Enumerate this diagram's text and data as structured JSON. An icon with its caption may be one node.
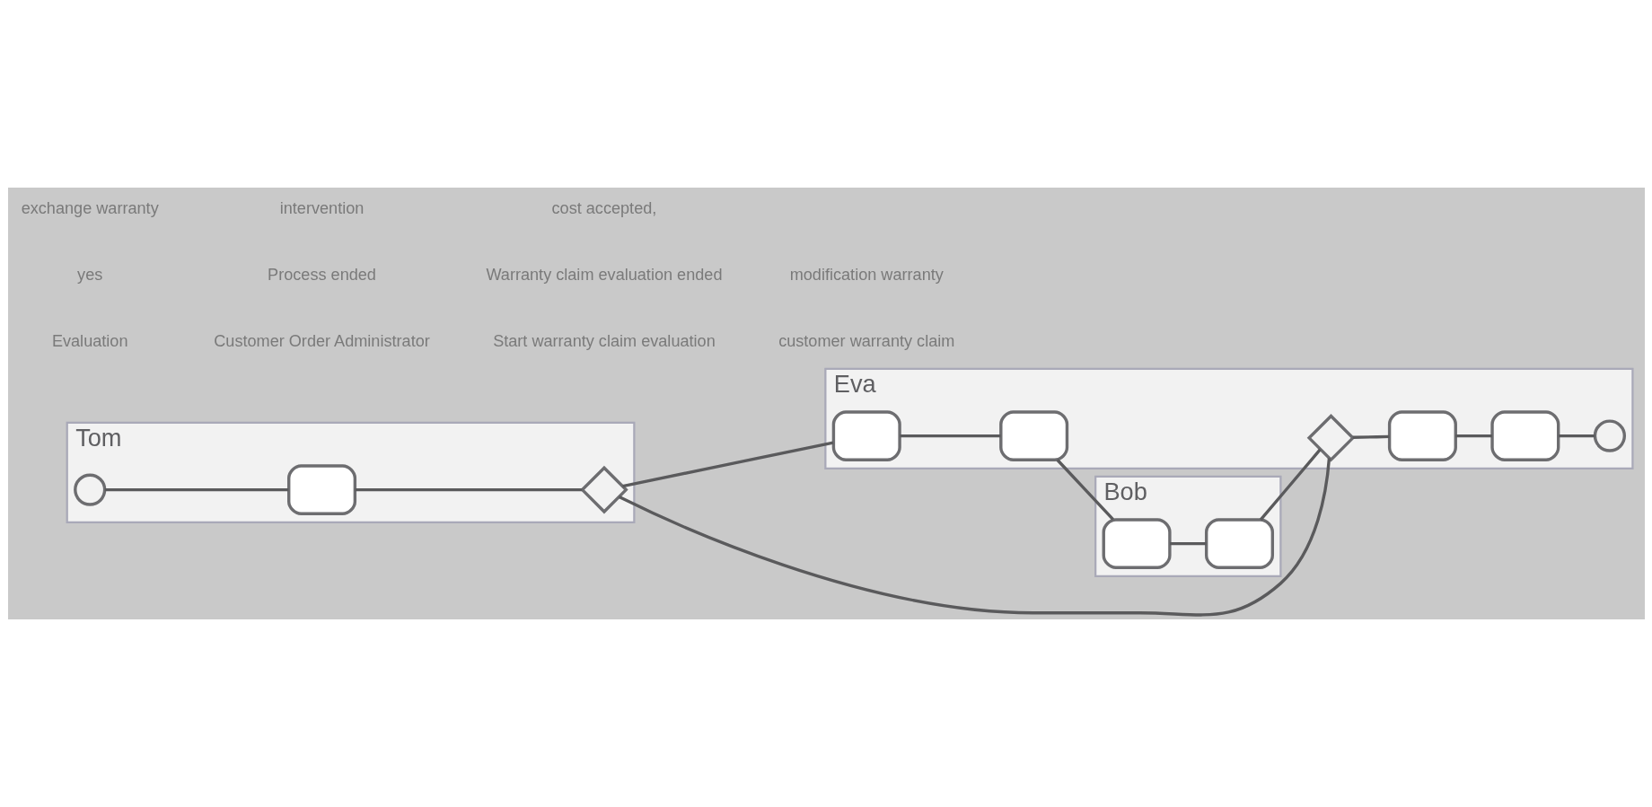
{
  "diagram": {
    "nodes": [
      {
        "text": [
          "Tom"
        ]
      },
      {
        "text": [
          "Eva"
        ]
      },
      {
        "text": [
          "Bob"
        ]
      },
      {
        "text": [],
        "shape": "circle",
        "in": 0
      },
      {
        "text": [],
        "shape": "box",
        "in": 0
      },
      {
        "text": [],
        "shape": "diamond",
        "in": 0
      },
      {
        "text": [],
        "shape": "box",
        "in": 1
      },
      {
        "text": [],
        "shape": "box",
        "in": 1
      },
      {
        "text": [],
        "shape": "diamond",
        "in": 1
      },
      {
        "text": [],
        "shape": "box",
        "in": 1
      },
      {
        "text": [],
        "shape": "box",
        "in": 1
      },
      {
        "text": [],
        "shape": "circle",
        "in": 1
      },
      {
        "text": [],
        "shape": "box",
        "in": 2
      },
      {
        "text": [],
        "shape": "box",
        "in": 2
      }
    ],
    "edges": [
      {
        "from": 3,
        "to": 4,
        "arrow": "none"
      },
      {
        "from": 4,
        "to": 5,
        "arrow": "none"
      },
      {
        "from": 5,
        "to": 6,
        "arrow": "none"
      },
      {
        "from": 5,
        "to": 8,
        "arrow": "none"
      },
      {
        "from": 6,
        "to": 7,
        "arrow": "none"
      },
      {
        "from": 7,
        "to": 12,
        "arrow": "none"
      },
      {
        "from": 12,
        "to": 13,
        "arrow": "none"
      },
      {
        "from": 13,
        "to": 8,
        "arrow": "none"
      },
      {
        "from": 8,
        "to": 9,
        "arrow": "none"
      },
      {
        "from": 9,
        "to": 10,
        "arrow": "none"
      },
      {
        "from": 10,
        "to": 11,
        "arrow": "none"
      }
    ],
    "labels": [
      "Evaluation",
      "Customer Order Administrator",
      "Start warranty claim evaluation",
      "customer warranty claim",
      "yes",
      "Process ended",
      "Warranty claim evaluation ended",
      "modification warranty",
      "exchange warranty",
      "intervention",
      "cost accepted,"
    ]
  }
}
